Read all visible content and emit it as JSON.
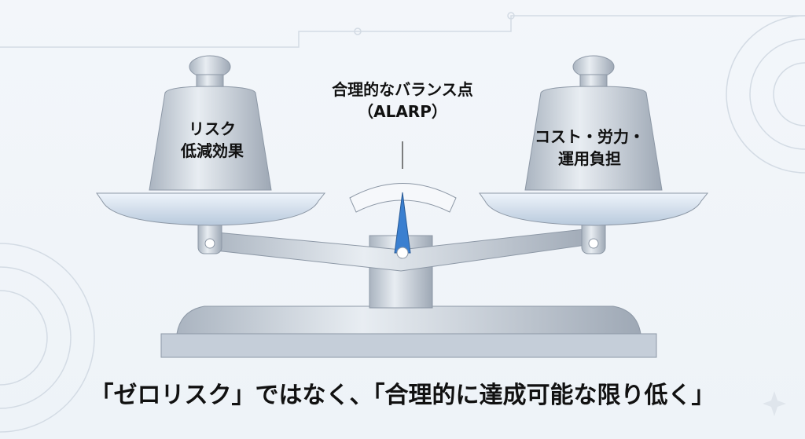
{
  "center_label": {
    "line1": "合理的なバランス点",
    "line2": "（ALARP）"
  },
  "left_weight": {
    "line1": "リスク",
    "line2": "低減効果"
  },
  "right_weight": {
    "line1": "コスト・労力・",
    "line2": "運用負担"
  },
  "caption": "「ゼロリスク」ではなく、「合理的に達成可能な限り低く」",
  "colors": {
    "needle": "#3a7fd0",
    "metal": "#c9d2dd",
    "pan": "#dbe6f2"
  }
}
